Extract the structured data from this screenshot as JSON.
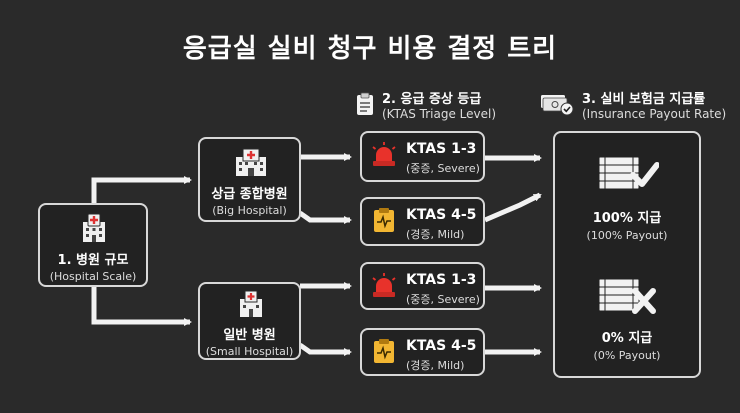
{
  "title": "응급실 실비 청구 비용 결정 트리",
  "headers": {
    "triage": {
      "line1": "2. 응급 증상 등급",
      "line2": "(KTAS Triage Level)",
      "icon": "clipboard-icon"
    },
    "payout": {
      "line1": "3. 실비 보험금 지급률",
      "line2": "(Insurance Payout Rate)",
      "icon": "money-check-icon"
    }
  },
  "root": {
    "label": "1. 병원 규모",
    "sub": "(Hospital Scale)",
    "icon": "hospital-icon"
  },
  "big_hospital": {
    "label": "상급 종합병원",
    "sub": "(Big Hospital)",
    "icon": "big-hospital-icon"
  },
  "small_hospital": {
    "label": "일반 병원",
    "sub": "(Small Hospital)",
    "icon": "small-hospital-icon"
  },
  "ktas": {
    "big_severe": {
      "label": "KTAS 1-3",
      "sub": "(중증, Severe)",
      "icon": "siren-icon"
    },
    "big_mild": {
      "label": "KTAS 4-5",
      "sub": "(경증, Mild)",
      "icon": "clipboard-pulse-icon"
    },
    "small_severe": {
      "label": "KTAS 1-3",
      "sub": "(중증, Severe)",
      "icon": "siren-icon"
    },
    "small_mild": {
      "label": "KTAS 4-5",
      "sub": "(경증, Mild)",
      "icon": "clipboard-pulse-icon"
    }
  },
  "outcomes": {
    "full": {
      "label": "100% 지급",
      "sub": "(100% Payout)",
      "icon": "money-check-icon"
    },
    "none": {
      "label": "0% 지급",
      "sub": "(0% Payout)",
      "icon": "money-x-icon"
    }
  },
  "colors": {
    "background": "#2a2a2a",
    "border": "#d8d8d8",
    "siren": "#e8322b",
    "clipboard": "#f2b632"
  }
}
